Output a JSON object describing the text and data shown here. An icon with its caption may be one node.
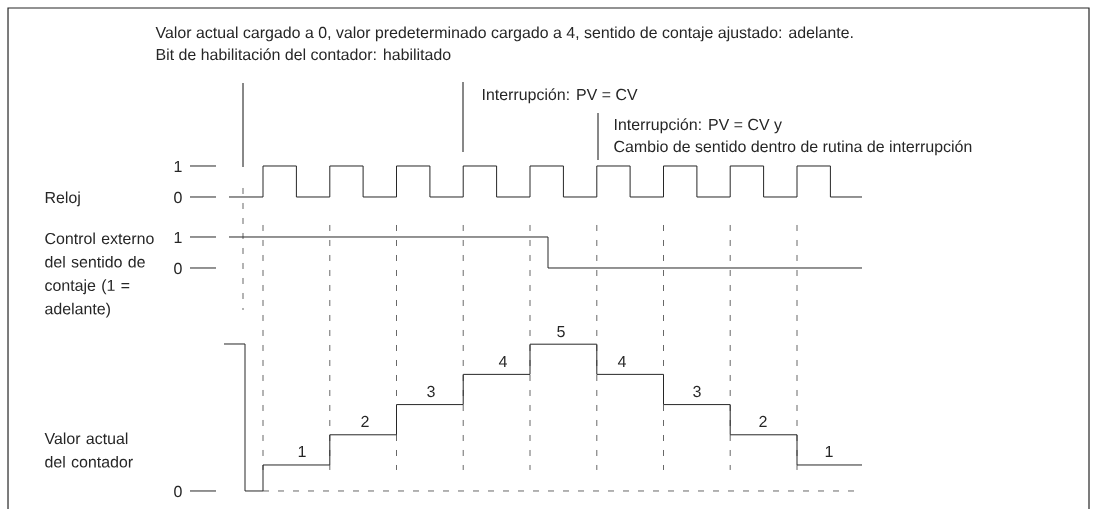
{
  "diagram": {
    "labels": [
      "Valor actual cargado a 0, valor predeterminado cargado a 4, sentido de contaje ajustado: adelante.",
      "Bit de habilitación del contador: habilitado",
      "Interrupción: PV = CV",
      "Interrupción: PV = CV y",
      "Cambio de sentido dentro de rutina de interrupción",
      "1",
      "Reloj",
      "0",
      "Control externo del sentido de contaje (1 = adelante)",
      "1",
      "0",
      "5",
      "4",
      "4",
      "3",
      "3",
      "2",
      "2",
      "1",
      "1",
      "Valor actual del contador",
      "0"
    ]
  }
}
